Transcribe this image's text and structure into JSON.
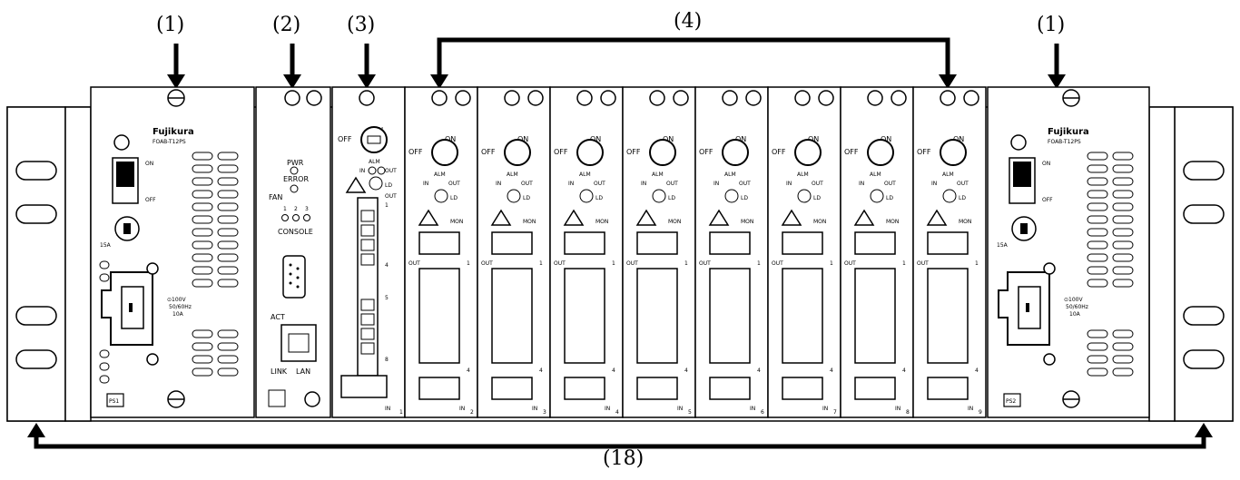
{
  "callouts": {
    "psu": "(1)",
    "controller": "(2)",
    "slot1_module": "(3)",
    "amp_modules": "(4)",
    "rack": "(18)"
  },
  "psu_unit": {
    "brand": "Fujikura",
    "model": "FOAB-T12PS",
    "switch_on": "ON",
    "switch_off": "OFF",
    "fuse": "15A",
    "rating_lines": [
      "⊙100V",
      "50/60Hz",
      "10A"
    ],
    "labels": [
      "PS1",
      "PS2"
    ]
  },
  "controller": {
    "pwr": "PWR",
    "error": "ERROR",
    "fan": "FAN",
    "fan_numbers": [
      "1",
      "2",
      "3"
    ],
    "console": "CONSOLE",
    "act": "ACT",
    "link": "LINK",
    "lan": "LAN"
  },
  "module": {
    "on": "ON",
    "off": "OFF",
    "alm": "ALM",
    "in": "IN",
    "out": "OUT",
    "ld": "LD",
    "mon": "MON",
    "port1": "1",
    "port4": "4",
    "port5": "5",
    "port8": "8",
    "out_label": "OUT",
    "in_label": "IN",
    "slot_numbers": [
      "1",
      "2",
      "3",
      "4",
      "5",
      "6",
      "7",
      "8",
      "9"
    ]
  }
}
